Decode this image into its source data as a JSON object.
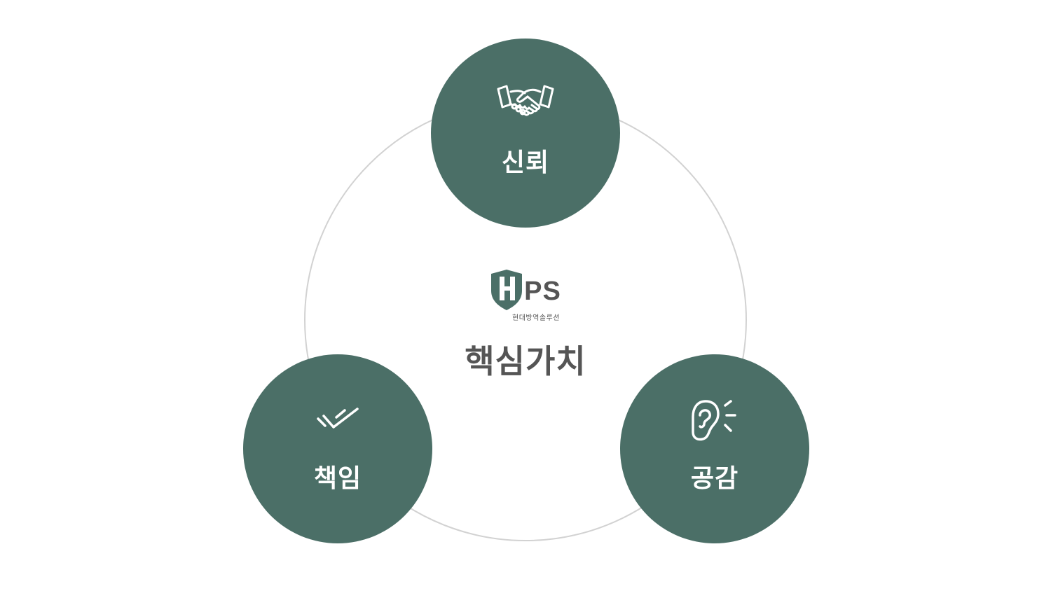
{
  "center": {
    "logo_letters": "PS",
    "logo_subtitle": "현대방역솔루션",
    "title": "핵심가치"
  },
  "values": [
    {
      "label": "신뢰",
      "icon": "handshake-icon"
    },
    {
      "label": "책임",
      "icon": "double-check-icon"
    },
    {
      "label": "공감",
      "icon": "ear-listening-icon"
    }
  ],
  "colors": {
    "circle_fill": "#4b6f67",
    "ring_stroke": "#d2d2d2",
    "text_dark": "#555555",
    "text_light": "#ffffff"
  }
}
